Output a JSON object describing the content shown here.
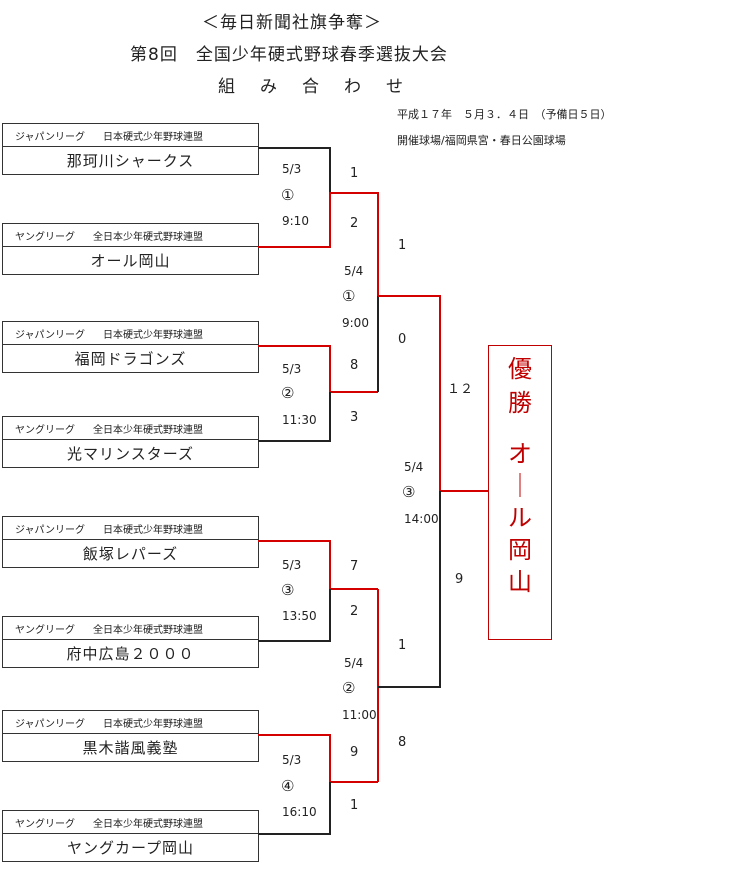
{
  "header": {
    "line1": "＜毎日新聞社旗争奪＞",
    "line2": "第8回　全国少年硬式野球春季選抜大会",
    "line3": "組　み　合　わ　せ",
    "date": "平成１７年　５月３．４日　（予備日５日）",
    "venue": "開催球場/福岡県宮・春日公園球場"
  },
  "teams": [
    {
      "league": "ジャパンリーグ",
      "org": "日本硬式少年野球連盟",
      "name": "那珂川シャークス"
    },
    {
      "league": "ヤングリーグ",
      "org": "全日本少年硬式野球連盟",
      "name": "オール岡山"
    },
    {
      "league": "ジャパンリーグ",
      "org": "日本硬式少年野球連盟",
      "name": "福岡ドラゴンズ"
    },
    {
      "league": "ヤングリーグ",
      "org": "全日本少年硬式野球連盟",
      "name": "光マリンスターズ"
    },
    {
      "league": "ジャパンリーグ",
      "org": "日本硬式少年野球連盟",
      "name": "飯塚レパーズ"
    },
    {
      "league": "ヤングリーグ",
      "org": "全日本少年硬式野球連盟",
      "name": "府中広島２０００"
    },
    {
      "league": "ジャパンリーグ",
      "org": "日本硬式少年野球連盟",
      "name": "黒木諧風義塾"
    },
    {
      "league": "ヤングリーグ",
      "org": "全日本少年硬式野球連盟",
      "name": "ヤングカープ岡山"
    }
  ],
  "round1": [
    {
      "date": "5/3",
      "game": "①",
      "time": "9:10",
      "score_top": "1",
      "score_bottom": "2"
    },
    {
      "date": "5/3",
      "game": "②",
      "time": "11:30",
      "score_top": "8",
      "score_bottom": "3"
    },
    {
      "date": "5/3",
      "game": "③",
      "time": "13:50",
      "score_top": "7",
      "score_bottom": "2"
    },
    {
      "date": "5/3",
      "game": "④",
      "time": "16:10",
      "score_top": "9",
      "score_bottom": "1"
    }
  ],
  "semis": [
    {
      "date": "5/4",
      "game": "①",
      "time": "9:00",
      "score_top": "1",
      "score_bottom": "0"
    },
    {
      "date": "5/4",
      "game": "②",
      "time": "11:00",
      "score_top": "1",
      "score_bottom": "8"
    }
  ],
  "final": {
    "date": "5/4",
    "game": "③",
    "time": "14:00",
    "score_top": "１２",
    "score_bottom": "9"
  },
  "champion": {
    "label": "優勝",
    "team": "オール岡山"
  },
  "colors": {
    "winner_line": "#d40000",
    "line": "#222222",
    "champion": "#c00000"
  }
}
